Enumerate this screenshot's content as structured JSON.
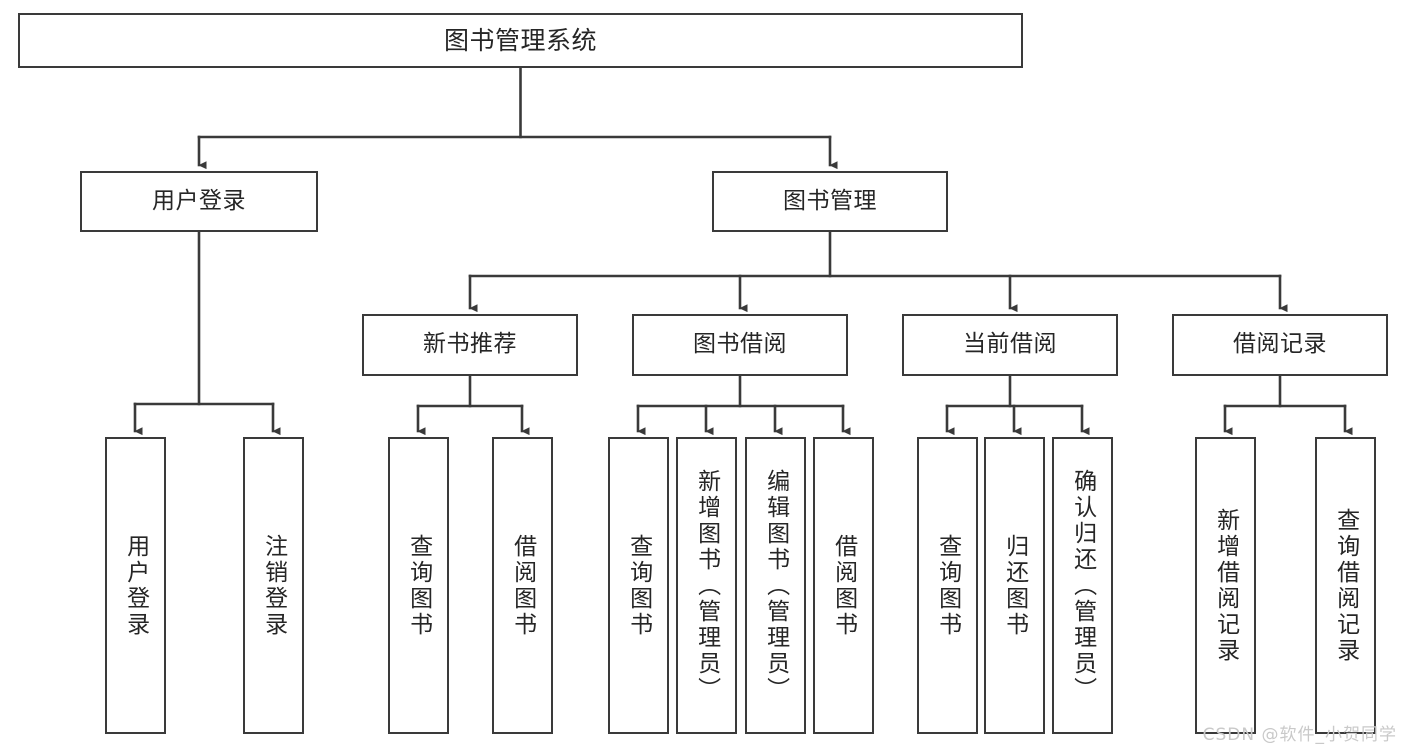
{
  "diagram": {
    "type": "tree",
    "title": "图书管理系统",
    "orientation": "top-down",
    "colors": {
      "box_border": "#3a3a3a",
      "box_fill": "#ffffff",
      "edge": "#3a3a3a",
      "text": "#262626",
      "watermark": "#c9c9c9",
      "background": "#ffffff"
    },
    "root": {
      "label": "图书管理系统"
    },
    "level2": [
      {
        "label": "用户登录"
      },
      {
        "label": "图书管理"
      }
    ],
    "level3": [
      {
        "label": "新书推荐"
      },
      {
        "label": "图书借阅"
      },
      {
        "label": "当前借阅"
      },
      {
        "label": "借阅记录"
      }
    ],
    "leaves": {
      "user_login": [
        {
          "label": "用户登录"
        },
        {
          "label": "注销登录"
        }
      ],
      "new_book_recommend": [
        {
          "label": "查询图书"
        },
        {
          "label": "借阅图书"
        }
      ],
      "book_borrow": [
        {
          "label": "查询图书"
        },
        {
          "label": "新增图书（管理员）"
        },
        {
          "label": "编辑图书（管理员）"
        },
        {
          "label": "借阅图书"
        }
      ],
      "current_borrow": [
        {
          "label": "查询图书"
        },
        {
          "label": "归还图书"
        },
        {
          "label": "确认归还（管理员）"
        }
      ],
      "borrow_record": [
        {
          "label": "新增借阅记录"
        },
        {
          "label": "查询借阅记录"
        }
      ]
    }
  },
  "watermark": {
    "text": "CSDN @软件_小贺同学"
  }
}
